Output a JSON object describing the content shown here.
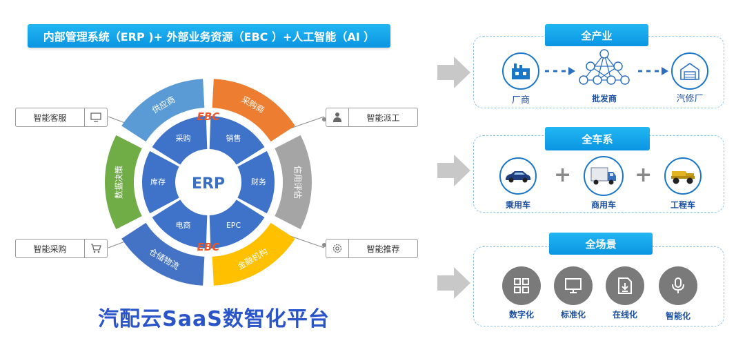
{
  "banner": "内部管理系统（ERP )+ 外部业务资源（EBC ）+人工智能（AI ）",
  "wheel": {
    "center": "ERP",
    "ebc_top": "EBC",
    "ebc_bottom": "EBC",
    "outer": [
      "供应商",
      "采购商",
      "信用评估",
      "金融机构",
      "仓储物流",
      "数据决策"
    ],
    "inner": [
      "采购",
      "销售",
      "财务",
      "EPC",
      "电商",
      "库存"
    ]
  },
  "side": {
    "left_top": "智能客服",
    "left_bottom": "智能采购",
    "right_top": "智能派工",
    "right_bottom": "智能推荐"
  },
  "platform_title": "汽配云SaaS数智化平台",
  "panels": {
    "industry": {
      "tab": "全产业",
      "items": [
        "厂商",
        "批发商",
        "汽修厂"
      ]
    },
    "vehicles": {
      "tab": "全车系",
      "items": [
        "乘用车",
        "商用车",
        "工程车"
      ]
    },
    "scenes": {
      "tab": "全场景",
      "items": [
        "数字化",
        "标准化",
        "在线化",
        "智能化"
      ]
    }
  },
  "colors": {
    "accent": "#0a95e2",
    "blue_segment": "#5b9bd5",
    "orange_segment": "#ed7d31",
    "gray_segment": "#a5a5a5",
    "yellow_segment": "#ffc000",
    "darkblue_segment": "#4472c4",
    "green_segment": "#70ad47",
    "inner_blue": "#3e73c9",
    "title_blue": "#2a55c9"
  }
}
